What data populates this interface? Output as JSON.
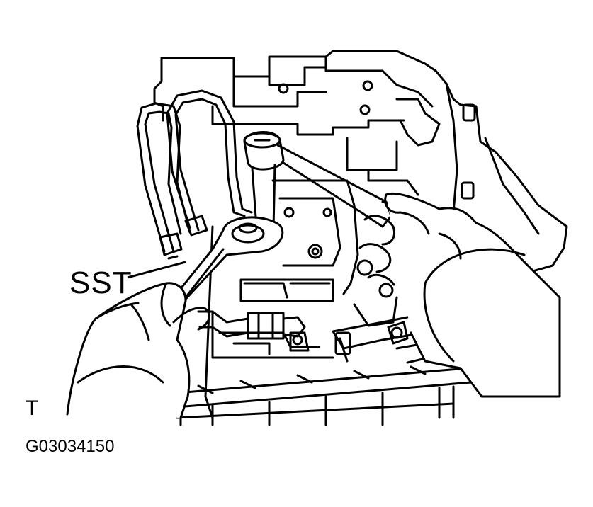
{
  "figure": {
    "callout_label": "SST",
    "view_mark": "T",
    "figure_code": "G03034150",
    "line_color": "#000000",
    "fill_color": "#ffffff",
    "icons": [
      "transmission-housing-illustration",
      "special-service-tool-wrench",
      "socket-wrench",
      "left-hand",
      "right-hand",
      "oil-cooler-pipes"
    ]
  }
}
